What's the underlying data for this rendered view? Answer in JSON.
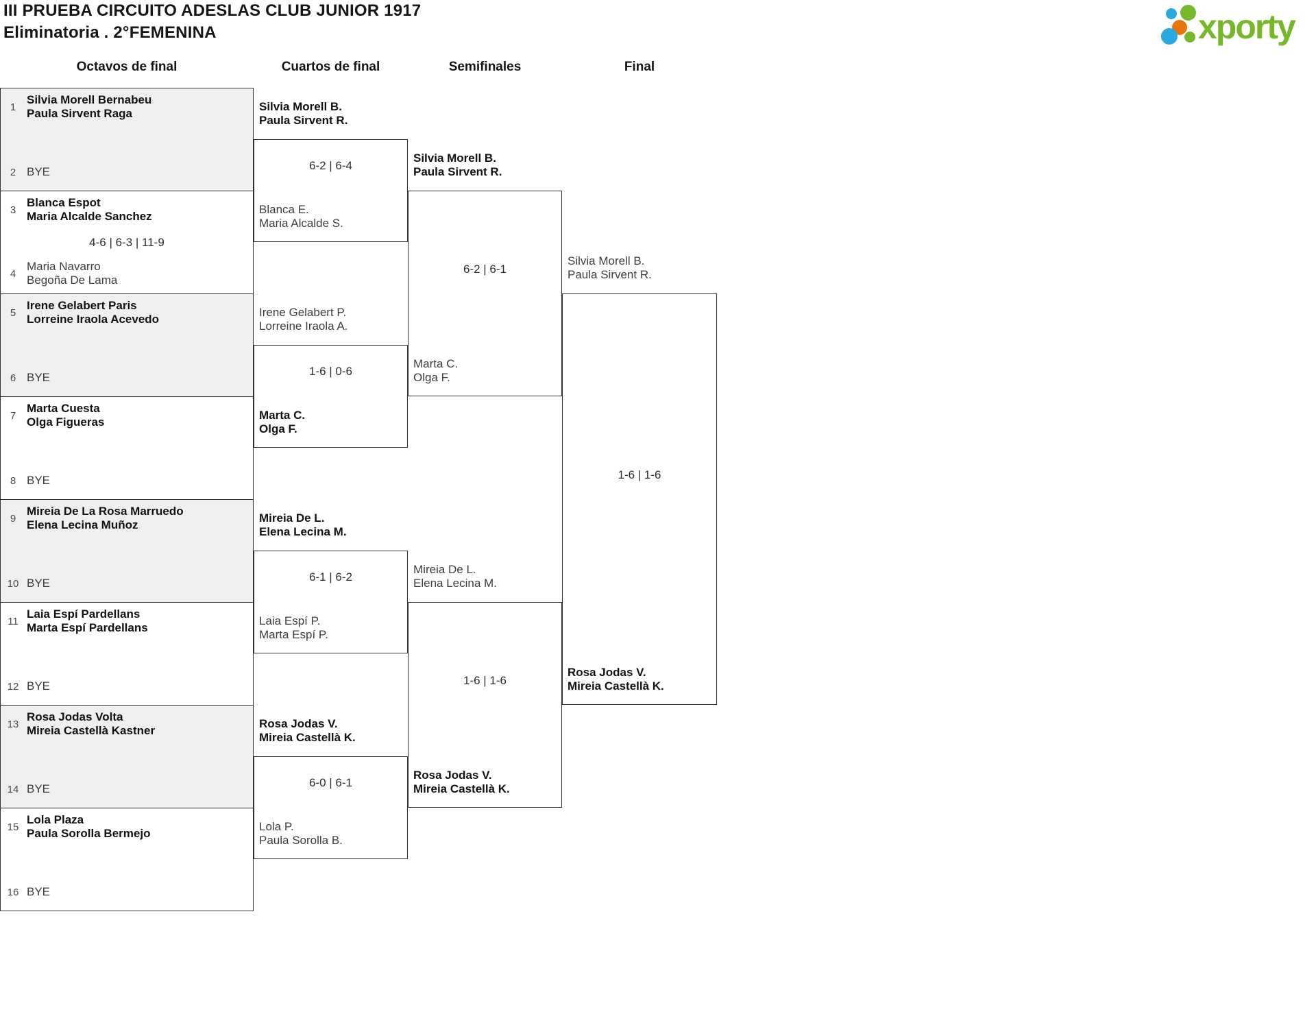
{
  "header": {
    "title": "III PRUEBA CIRCUITO ADESLAS CLUB JUNIOR 1917",
    "subtitle": "Eliminatoria . 2°FEMENINA",
    "logo_text": "xporty"
  },
  "colors": {
    "logo_green": "#76b82a",
    "logo_blue": "#2ba9e1",
    "logo_orange": "#e8750c",
    "shade_gray": "#efefef",
    "border": "#2f2f2f"
  },
  "rounds": [
    "Octavos de final",
    "Cuartos de final",
    "Semifinales",
    "Final"
  ],
  "bracket": {
    "r16": [
      {
        "seed1": "1",
        "t1": [
          "Silvia Morell Bernabeu",
          "Paula Sirvent Raga"
        ],
        "t1w": true,
        "seed2": "2",
        "t2": [
          "BYE"
        ],
        "score": ""
      },
      {
        "seed1": "3",
        "t1": [
          "Blanca Espot",
          "Maria Alcalde Sanchez"
        ],
        "t1w": true,
        "seed2": "4",
        "t2": [
          "Maria Navarro",
          "Begoña De Lama"
        ],
        "score": "4-6 | 6-3 | 11-9"
      },
      {
        "seed1": "5",
        "t1": [
          "Irene Gelabert Paris",
          "Lorreine Iraola Acevedo"
        ],
        "t1w": true,
        "seed2": "6",
        "t2": [
          "BYE"
        ],
        "score": ""
      },
      {
        "seed1": "7",
        "t1": [
          "Marta Cuesta",
          "Olga Figueras"
        ],
        "t1w": true,
        "seed2": "8",
        "t2": [
          "BYE"
        ],
        "score": ""
      },
      {
        "seed1": "9",
        "t1": [
          "Mireia De La Rosa Marruedo",
          "Elena Lecina Muñoz"
        ],
        "t1w": true,
        "seed2": "10",
        "t2": [
          "BYE"
        ],
        "score": ""
      },
      {
        "seed1": "11",
        "t1": [
          "Laia Espí Pardellans",
          "Marta Espí Pardellans"
        ],
        "t1w": true,
        "seed2": "12",
        "t2": [
          "BYE"
        ],
        "score": ""
      },
      {
        "seed1": "13",
        "t1": [
          "Rosa Jodas Volta",
          "Mireia Castellà Kastner"
        ],
        "t1w": true,
        "seed2": "14",
        "t2": [
          "BYE"
        ],
        "score": ""
      },
      {
        "seed1": "15",
        "t1": [
          "Lola Plaza",
          "Paula Sorolla Bermejo"
        ],
        "t1w": true,
        "seed2": "16",
        "t2": [
          "BYE"
        ],
        "score": ""
      }
    ],
    "quarterfinals": [
      {
        "top": [
          "Silvia Morell B.",
          "Paula Sirvent R."
        ],
        "top_winner": true,
        "bottom": [
          "Blanca E.",
          "Maria Alcalde S."
        ],
        "bottom_winner": false,
        "score": "6-2 | 6-4"
      },
      {
        "top": [
          "Irene Gelabert P.",
          "Lorreine Iraola A."
        ],
        "top_winner": false,
        "bottom": [
          "Marta C.",
          "Olga F."
        ],
        "bottom_winner": true,
        "score": "1-6 | 0-6"
      },
      {
        "top": [
          "Mireia De L.",
          "Elena Lecina M."
        ],
        "top_winner": true,
        "bottom": [
          "Laia Espí P.",
          "Marta Espí P."
        ],
        "bottom_winner": false,
        "score": "6-1 | 6-2"
      },
      {
        "top": [
          "Rosa Jodas V.",
          "Mireia Castellà K."
        ],
        "top_winner": true,
        "bottom": [
          "Lola P.",
          "Paula Sorolla B."
        ],
        "bottom_winner": false,
        "score": "6-0 | 6-1"
      }
    ],
    "semifinals": [
      {
        "top": [
          "Silvia Morell B.",
          "Paula Sirvent R."
        ],
        "top_winner": true,
        "bottom": [
          "Marta C.",
          "Olga F."
        ],
        "bottom_winner": false,
        "score": "6-2 | 6-1"
      },
      {
        "top": [
          "Mireia De L.",
          "Elena Lecina M."
        ],
        "top_winner": false,
        "bottom": [
          "Rosa Jodas V.",
          "Mireia Castellà K."
        ],
        "bottom_winner": true,
        "score": "1-6 | 1-6"
      }
    ],
    "final": {
      "top": [
        "Silvia Morell B.",
        "Paula Sirvent R."
      ],
      "top_winner": false,
      "bottom": [
        "Rosa Jodas V.",
        "Mireia Castellà K."
      ],
      "bottom_winner": true,
      "score": "1-6 | 1-6"
    }
  }
}
